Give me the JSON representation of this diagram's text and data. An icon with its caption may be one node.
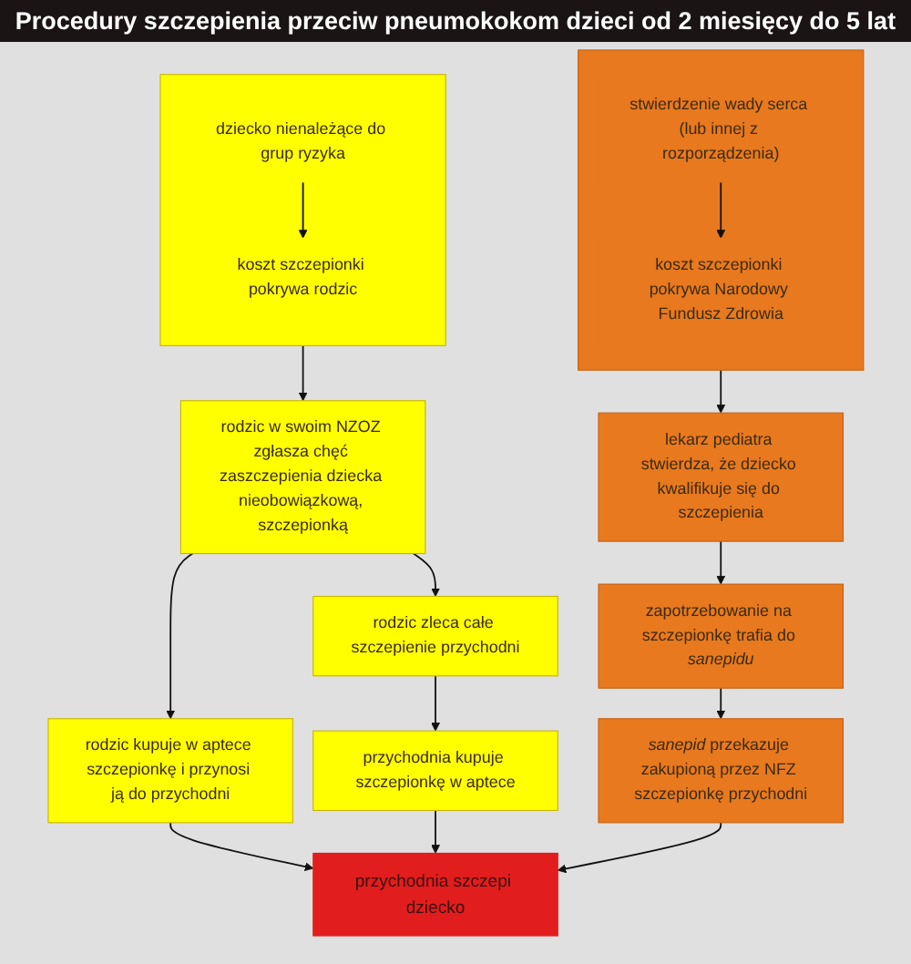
{
  "diagram": {
    "title": "Procedury szczepienia przeciw pneumokokom dzieci od 2 miesięcy do 5 lat",
    "nodes": [
      {
        "text": [],
        "shape": "box"
      },
      {
        "text": [
          "dziecko nienależące do grup ryzyka"
        ],
        "in": 0
      },
      {
        "text": [
          "koszt szczepionki pokrywa rodzic"
        ],
        "in": 0
      },
      {
        "text": [],
        "shape": "box"
      },
      {
        "text": [
          "stwierdzenie wady serca (lub innej z rozporządzenia)"
        ],
        "in": 3
      },
      {
        "text": [
          "koszt szczepionki pokrywa Narodowy Fundusz Zdrowia"
        ],
        "in": 3
      },
      {
        "text": [
          "rodzic w swoim NZOZ zgłasza chęć zaszczepienia dziecka nieobowiązkową, szczepionką"
        ]
      },
      {
        "text": [
          "lekarz pediatra stwierdza, że dziecko kwalifikuje się do szczepienia"
        ]
      },
      {
        "text": [
          "rodzic zleca całe szczepienie przychodni"
        ]
      },
      {
        "text": [
          "zapotrzebowanie na szczepionkę trafia do *sanepidu*"
        ]
      },
      {
        "text": [
          "rodzic kupuje w aptece szczepionkę i przynosi ją do przychodni"
        ]
      },
      {
        "text": [
          "przychodnia kupuje szczepionkę w aptece"
        ]
      },
      {
        "text": [
          "*sanepid* przekazuje zakupioną przez NFZ szczepionkę przychodni"
        ]
      },
      {
        "text": [
          "przychodnia szczepi dziecko"
        ]
      }
    ],
    "edges": [
      {
        "from": 1,
        "to": 2,
        "arrow": "to"
      },
      {
        "from": 4,
        "to": 5,
        "arrow": "to"
      },
      {
        "from": 0,
        "to": 6,
        "arrow": "to"
      },
      {
        "from": 3,
        "to": 7,
        "arrow": "to"
      },
      {
        "from": 6,
        "to": 8,
        "arrow": "to"
      },
      {
        "from": 6,
        "to": 10,
        "arrow": "to"
      },
      {
        "from": 7,
        "to": 9,
        "arrow": "to"
      },
      {
        "from": 8,
        "to": 11,
        "arrow": "to"
      },
      {
        "from": 9,
        "to": 12,
        "arrow": "to"
      },
      {
        "from": 10,
        "to": 13,
        "arrow": "to"
      },
      {
        "from": 11,
        "to": 13,
        "arrow": "to"
      },
      {
        "from": 12,
        "to": 13,
        "arrow": "to"
      }
    ]
  }
}
